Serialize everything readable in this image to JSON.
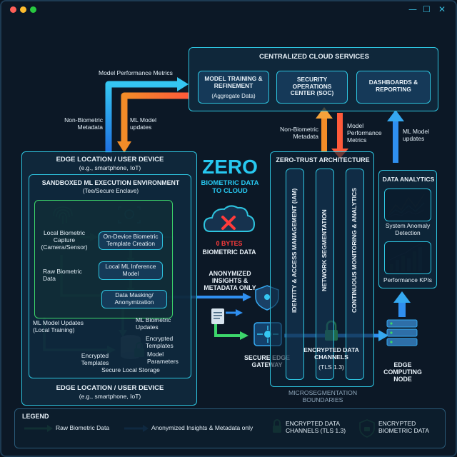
{
  "colors": {
    "window_dots": [
      "#ff5f57",
      "#febc2e",
      "#28c840"
    ],
    "raw_biometric": "#3dd66b",
    "anonymized": "#2f8ff0",
    "performance_metrics": "#f07a2a",
    "zero_highlight": "#27c8f0",
    "alert": "#ff3b3b"
  },
  "cloud": {
    "title": "CENTRALIZED CLOUD SERVICES",
    "services": [
      {
        "name": "MODEL TRAINING & REFINEMENT",
        "sub": "(Aggregate Data)"
      },
      {
        "name": "SECURITY OPERATIONS CENTER (SOC)",
        "sub": ""
      },
      {
        "name": "DASHBOARDS & REPORTING",
        "sub": ""
      }
    ]
  },
  "flows": {
    "model_performance_metrics": "Model Performance Metrics",
    "non_biometric_metadata": "Non-Biometric Metadata",
    "ml_model_updates": "ML Model updates",
    "non_biometric_metadata_right": "Non-Biometric Metadata",
    "model_performance_metrics_right": "Model Performance Metrics",
    "ml_model_updates_right": "ML Model updates"
  },
  "edge": {
    "title": "EDGE LOCATION / USER DEVICE",
    "subtitle": "(e.g., smartphone, IoT)",
    "bottom_title": "EDGE LOCATION / USER DEVICE",
    "bottom_subtitle": "(e.g., smartphone, IoT)",
    "sandbox_title": "SANDBOXED ML EXECUTION ENVIRONMENT",
    "sandbox_subtitle": "(Tee/Secure Enclave)",
    "local_capture": "Local Biometric Capture (Camera/Sensor)",
    "template_creation": "On-Device Biometric Template Creation",
    "inference_model": "Local ML Inference Model",
    "raw_biometric_data": "Raw Biometric Data",
    "data_masking": "Data Masking/ Anonymization",
    "ml_biometric_updates": "ML Biometric Updates",
    "ml_model_updates_local": "ML Model Updates (Local Training)",
    "encrypted_templates_left": "Encrypted Templates",
    "encrypted_templates_right": "Encrypted Templates",
    "model_parameters": "Model Parameters",
    "secure_storage": "Secure Local Storage"
  },
  "center": {
    "zero": "ZERO",
    "zero_sub": "BIOMETRIC DATA TO CLOUD",
    "zero_bytes": "0 BYTES",
    "zero_bytes_sub": "BIOMETRIC DATA",
    "anonymized": "ANONYMIZED INSIGHTS & METADATA ONLY",
    "gateway": "SECURE EDGE GATEWAY"
  },
  "zero_trust": {
    "title": "ZERO-TRUST ARCHITECTURE",
    "columns": [
      "IDENTITY & ACCESS MANAGEMENT (IAM)",
      "NETWORK SEGMENTATION",
      "CONTINUOUS MONITORING & ANALYTICS"
    ],
    "channels": "ENCRYPTED DATA CHANNELS",
    "channels_sub": "(TLS 1.3)",
    "microsegmentation": "MICROSEGMENTATION BOUNDARIES"
  },
  "analytics": {
    "title": "DATA ANALYTICS",
    "anomaly": "System Anomaly Detection",
    "kpis": "Performance KPIs"
  },
  "edge_node": "EDGE COMPUTING NODE",
  "legend": {
    "title": "LEGEND",
    "items": [
      {
        "label": "Raw Biometric Data",
        "icon": "green-arrow-icon"
      },
      {
        "label": "Anonymized Insights & Metadata only",
        "icon": "blue-arrow-icon"
      },
      {
        "label": "ENCRYPTED DATA CHANNELS (TLS 1.3)",
        "icon": "padlock-icon"
      },
      {
        "label": "ENCRYPTED BIOMETRIC DATA",
        "icon": "shield-lock-icon"
      }
    ]
  }
}
